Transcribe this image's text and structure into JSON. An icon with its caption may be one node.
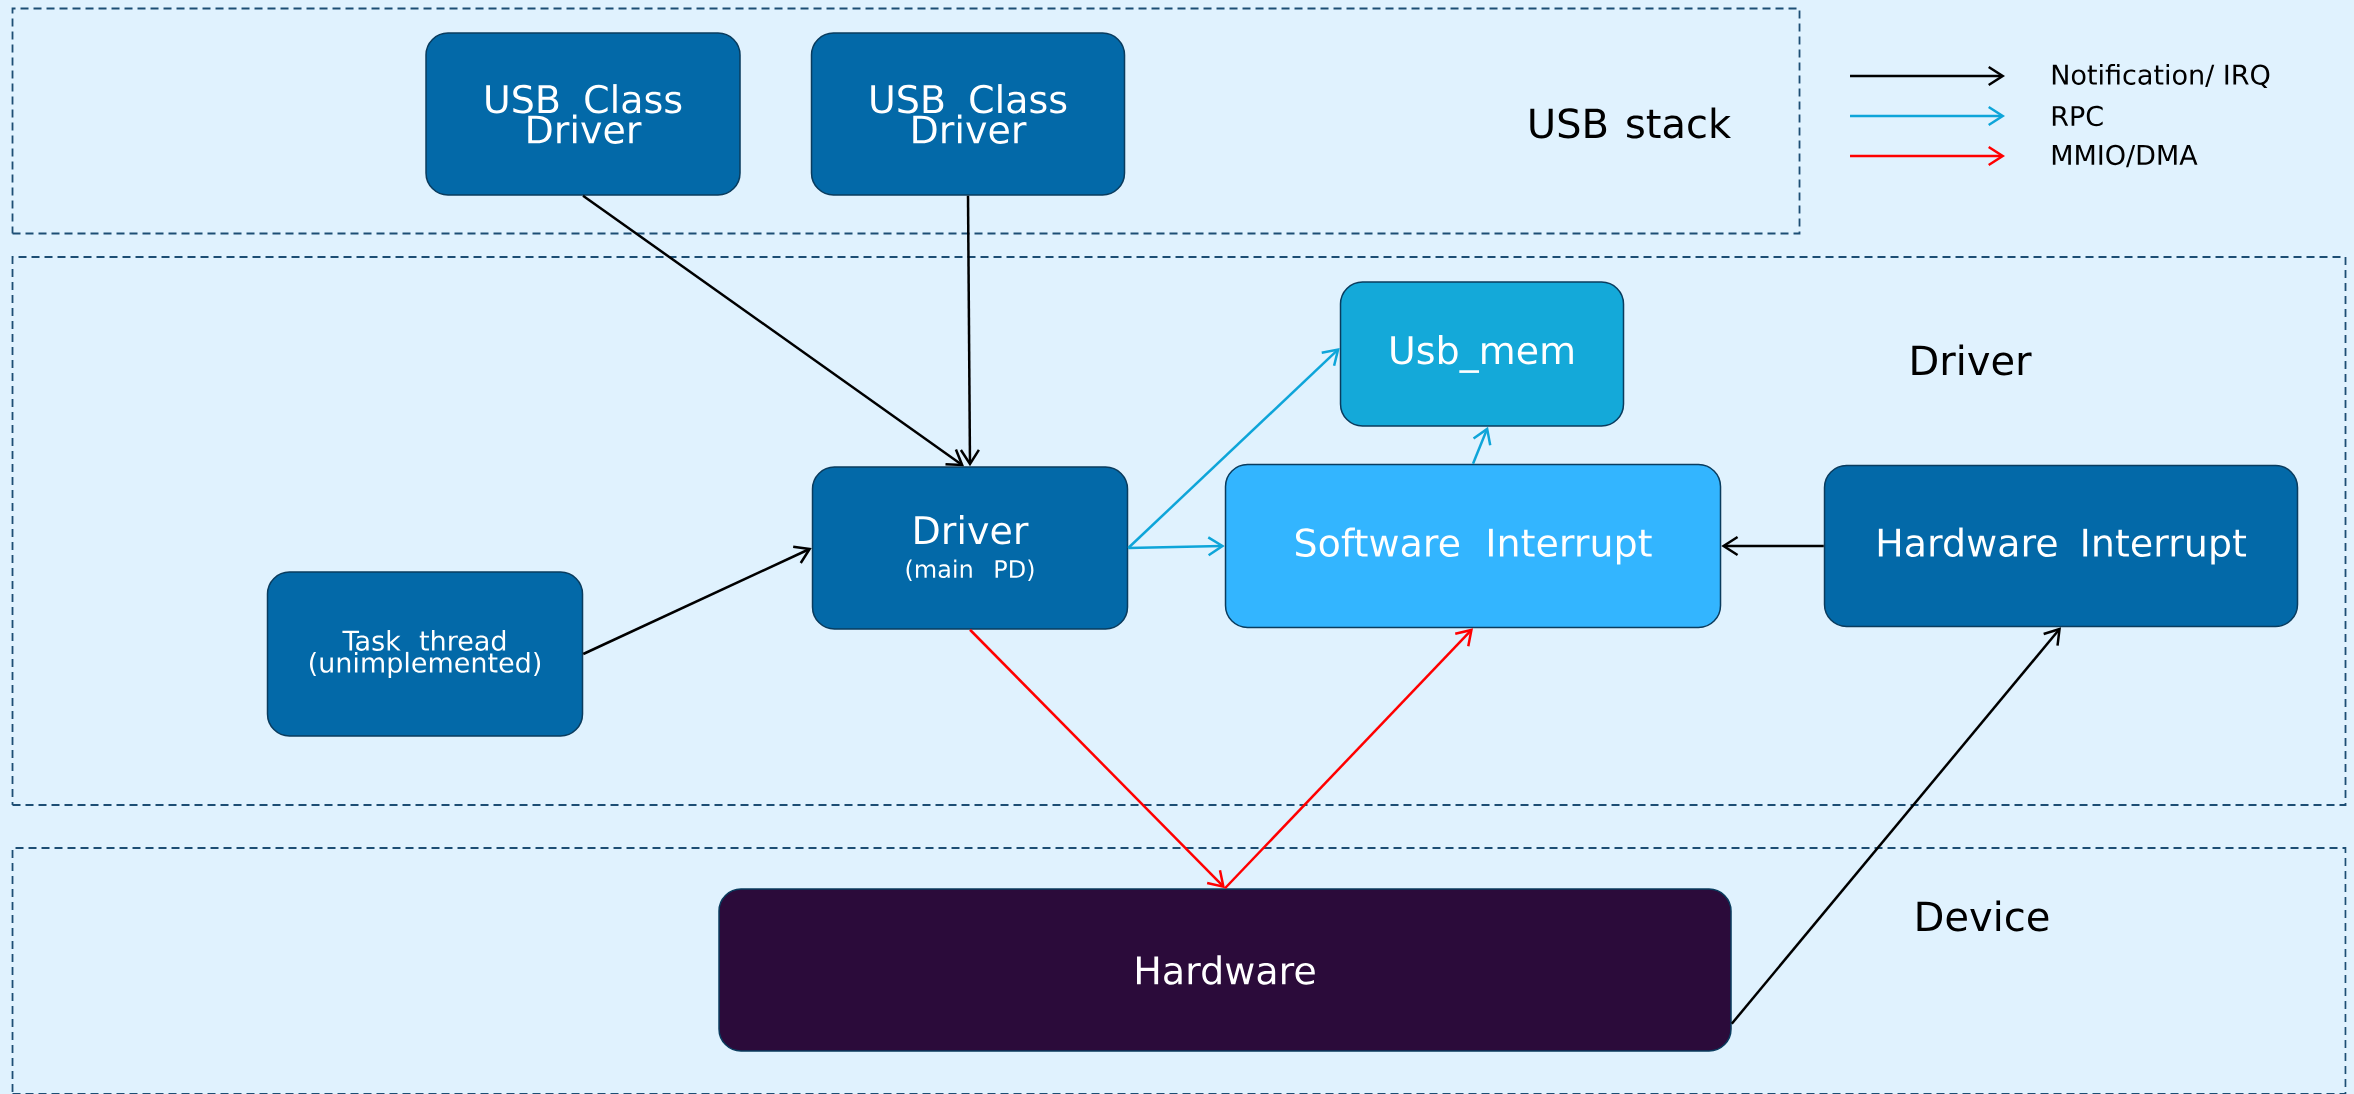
{
  "diagram": {
    "nodes": [
      {
        "text": [
          "USB stack"
        ]
      },
      {
        "text": [
          "USB Class Driver"
        ],
        "in": 0
      },
      {
        "text": [
          "USB Class Driver"
        ],
        "in": 0
      },
      {
        "text": [
          "Driver"
        ]
      },
      {
        "text": [
          "Usb_mem"
        ],
        "in": 3
      },
      {
        "text": [
          "Driver",
          "(main PD)"
        ],
        "in": 3
      },
      {
        "text": [
          "Software Interrupt"
        ],
        "in": 3
      },
      {
        "text": [
          "Hardware Interrupt"
        ],
        "in": 3
      },
      {
        "text": [
          "Task thread (unimplemented)"
        ],
        "in": 3
      },
      {
        "text": [
          "Device"
        ]
      },
      {
        "text": [
          "Hardware"
        ],
        "in": 9
      }
    ],
    "edges": [
      {
        "from": 1,
        "to": 5,
        "arrow": "to"
      },
      {
        "from": 2,
        "to": 5,
        "arrow": "to"
      },
      {
        "from": 8,
        "to": 5,
        "arrow": "to"
      },
      {
        "from": 5,
        "to": 4,
        "arrow": "to",
        "color": "#0ea5d9"
      },
      {
        "from": 5,
        "to": 6,
        "arrow": "to",
        "color": "#0ea5d9"
      },
      {
        "from": 6,
        "to": 4,
        "arrow": "to",
        "color": "#0ea5d9"
      },
      {
        "from": 7,
        "to": 6,
        "arrow": "to"
      },
      {
        "from": 5,
        "to": 10,
        "arrow": "to",
        "color": "#ff0000"
      },
      {
        "from": 10,
        "to": 6,
        "arrow": "to",
        "color": "#ff0000"
      },
      {
        "from": 10,
        "to": 7,
        "arrow": "to"
      }
    ],
    "legend": [
      {
        "text": "Notification/ IRQ",
        "color": "#000000"
      },
      {
        "text": "RPC",
        "color": "#0ea5d9"
      },
      {
        "text": "MMIO/DMA",
        "color": "#ff0000"
      }
    ]
  }
}
